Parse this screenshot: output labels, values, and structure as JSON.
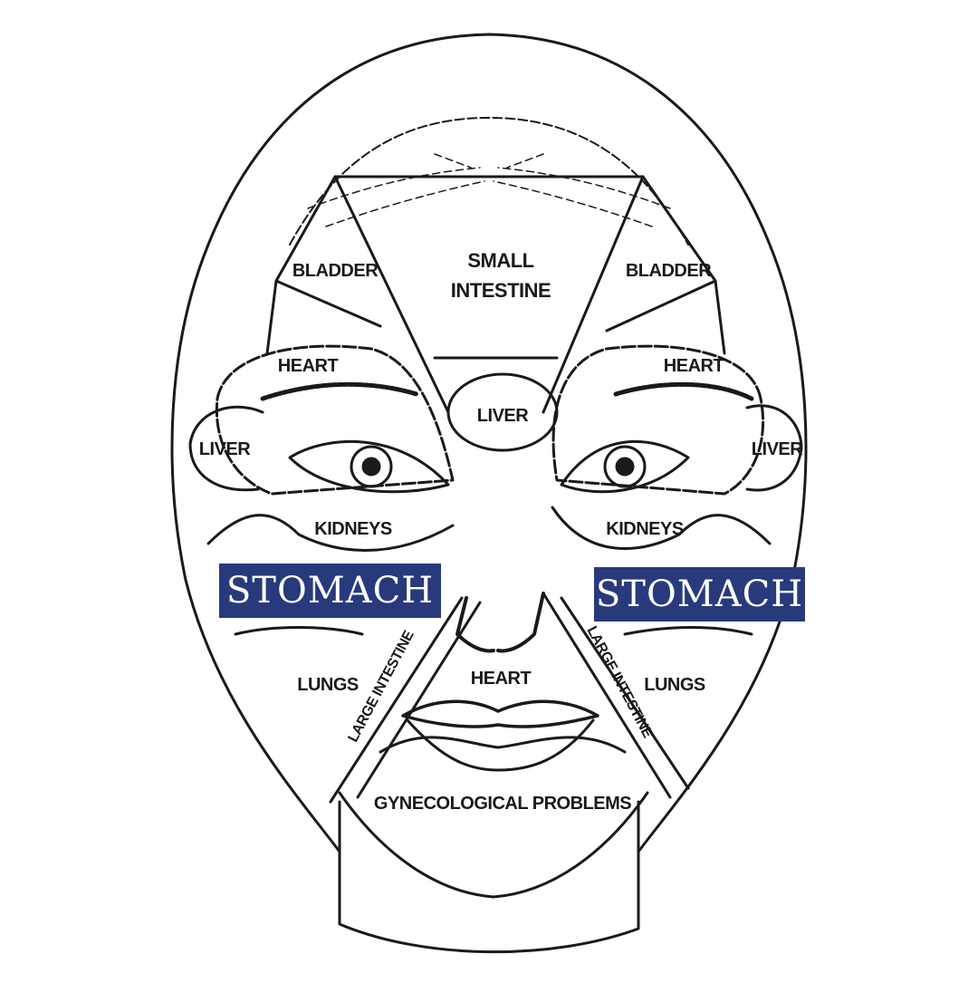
{
  "diagram": {
    "title": "Face map",
    "colors": {
      "line": "#1a1a1a",
      "highlight_bg": "#283a7c",
      "highlight_text": "#ffffff",
      "background": "#ffffff"
    },
    "labels": {
      "small_intestine_1": "SMALL",
      "small_intestine_2": "INTESTINE",
      "bladder_left": "BLADDER",
      "bladder_right": "BLADDER",
      "heart_left": "HEART",
      "heart_right": "HEART",
      "liver_center": "LIVER",
      "liver_left": "LIVER",
      "liver_right": "LIVER",
      "kidneys_left": "KIDNEYS",
      "kidneys_right": "KIDNEYS",
      "stomach_left": "STOMACH",
      "stomach_right": "STOMACH",
      "lungs_left": "LUNGS",
      "lungs_right": "LUNGS",
      "large_intestine_left": "LARGE INTESTINE",
      "large_intestine_right": "LARGE INTESTINE",
      "heart_mouth": "HEART",
      "gynecological": "GYNECOLOGICAL PROBLEMS"
    }
  }
}
